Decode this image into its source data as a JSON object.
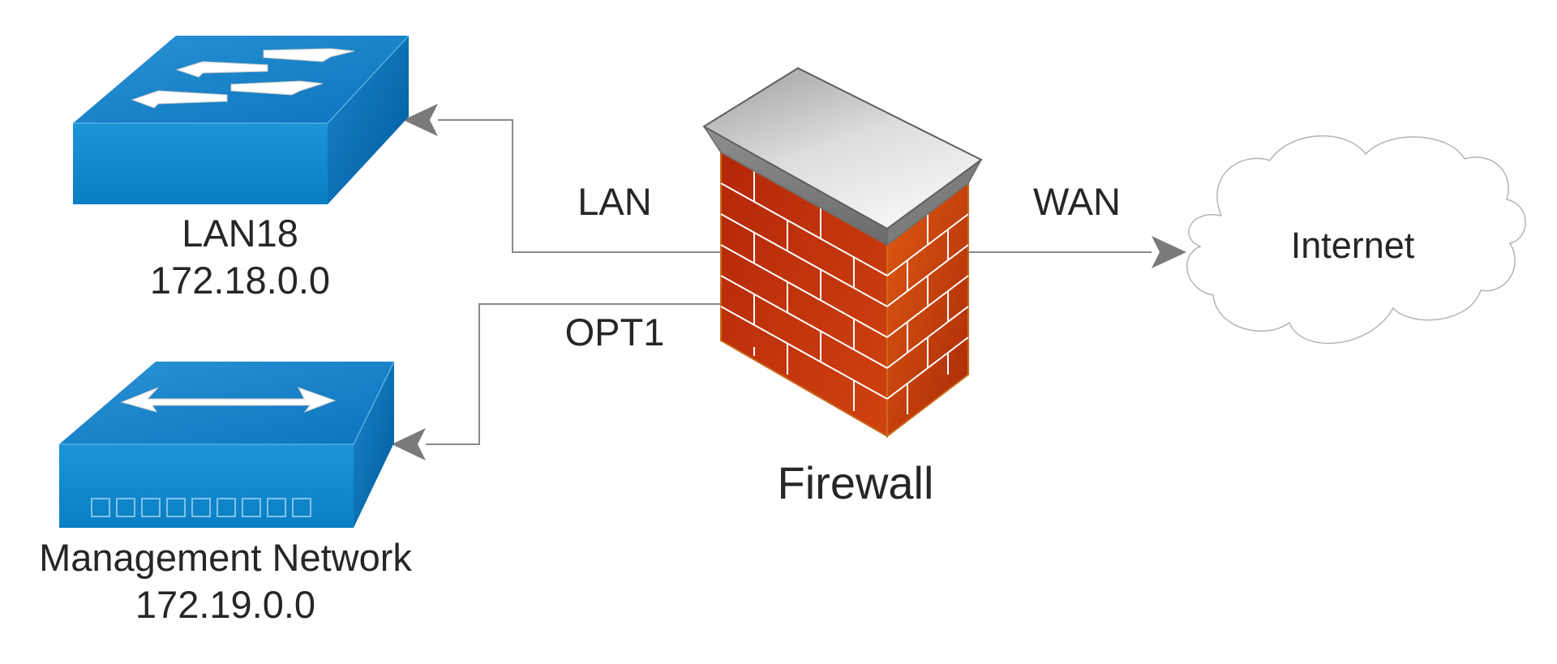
{
  "nodes": {
    "lan18": {
      "name": "LAN18",
      "subnet": "172.18.0.0"
    },
    "management": {
      "name": "Management Network",
      "subnet": "172.19.0.0"
    },
    "firewall": {
      "name": "Firewall"
    },
    "internet": {
      "name": "Internet"
    }
  },
  "edges": {
    "lan": {
      "label": "LAN"
    },
    "opt1": {
      "label": "OPT1"
    },
    "wan": {
      "label": "WAN"
    }
  },
  "colors": {
    "switch_top": "#1a84c6",
    "switch_front": "#0f8bd0",
    "switch_side": "#0069b0",
    "brick": "#c73a0e",
    "mortar": "#ffffff",
    "cap": "#bdbdbd",
    "connector": "#8a8a8a",
    "text": "#262626"
  }
}
